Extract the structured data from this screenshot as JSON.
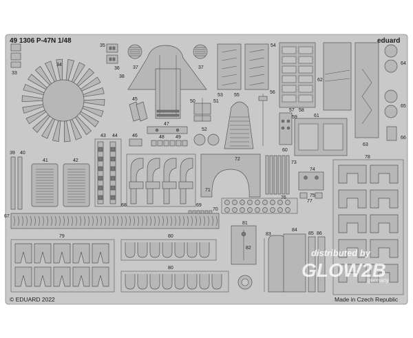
{
  "header": {
    "product_code": "49 1306 P-47N 1/48",
    "brand": "eduard"
  },
  "footer": {
    "copyright": "© EDUARD 2022",
    "origin": "Made in Czech Republic"
  },
  "watermark": {
    "line1": "distributed by",
    "line2": "GLOW2B",
    "line3": "germany"
  },
  "part_numbers": {
    "p33": "33",
    "p34": "34",
    "p35": "35",
    "p36": "36",
    "p37a": "37",
    "p37b": "37",
    "p38": "38",
    "p39": "39",
    "p40": "40",
    "p41": "41",
    "p42": "42",
    "p43": "43",
    "p44": "44",
    "p45": "45",
    "p46": "46",
    "p47": "47",
    "p48": "48",
    "p49": "49",
    "p50": "50",
    "p51": "51",
    "p52": "52",
    "p53": "53",
    "p54": "54",
    "p55": "55",
    "p56": "56",
    "p57": "57",
    "p58": "58",
    "p59": "59",
    "p60": "60",
    "p61": "61",
    "p62": "62",
    "p63": "63",
    "p64": "64",
    "p65": "65",
    "p66": "66",
    "p67": "67",
    "p68": "68",
    "p69": "69",
    "p70": "70",
    "p71": "71",
    "p72": "72",
    "p73": "73",
    "p74": "74",
    "p75": "75",
    "p76": "76",
    "p77": "77",
    "p78": "78",
    "p79": "79",
    "p80a": "80",
    "p80b": "80",
    "p81": "81",
    "p82": "82",
    "p83": "83",
    "p84a": "84",
    "p84b": "84",
    "p85": "85",
    "p86": "86"
  },
  "colors": {
    "fret": "#c8c8c8",
    "part": "#b4b4b4",
    "outline": "#5a5a5a",
    "text": "#1a1a1a"
  }
}
